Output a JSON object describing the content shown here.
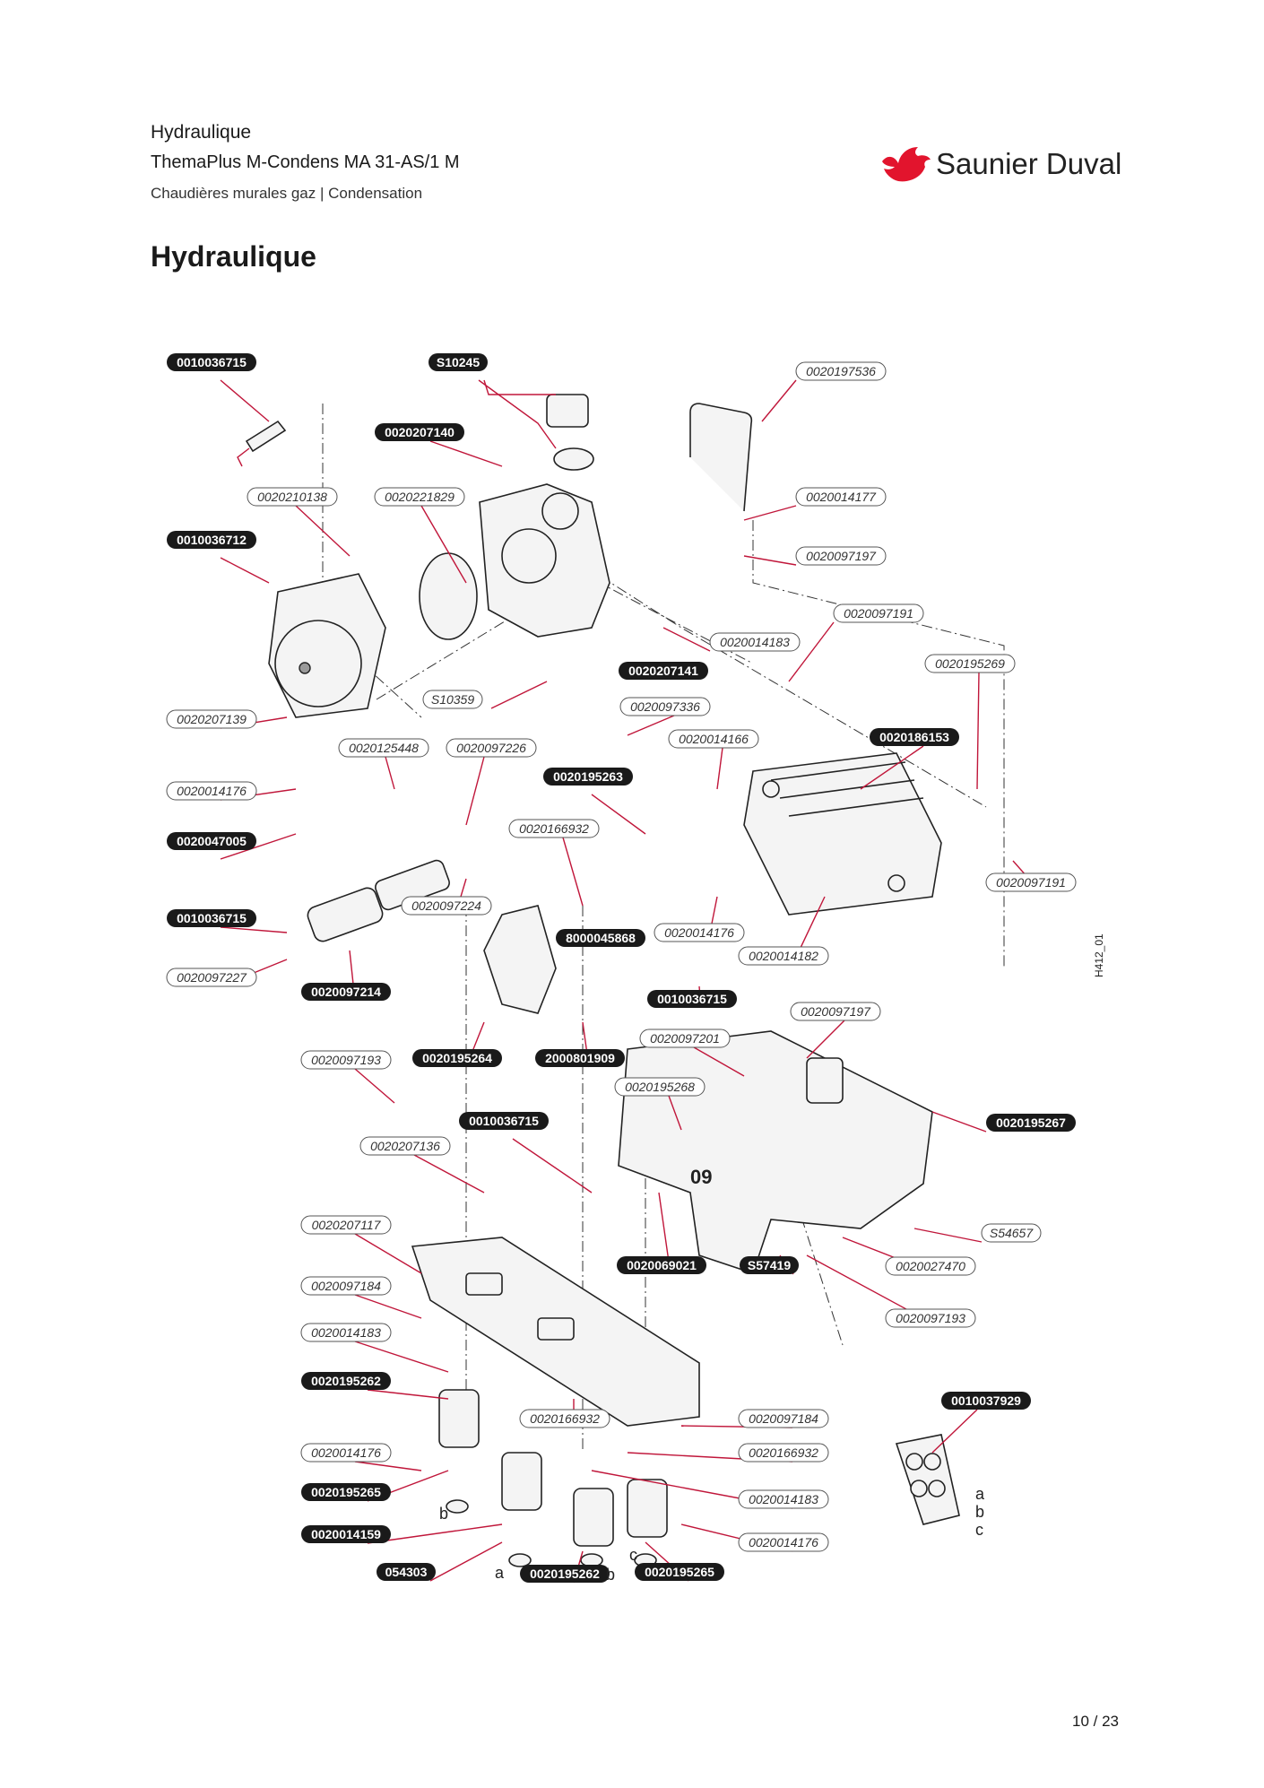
{
  "header": {
    "title": "Hydraulique",
    "model": "ThemaPlus M-Condens MA 31-AS/1 M",
    "subtitle": "Chaudières murales gaz | Condensation"
  },
  "brand": {
    "name": "Saunier Duval",
    "color": "#e2142d"
  },
  "page_title": "Hydraulique",
  "figure_code": "H412_01",
  "page_number": "10 / 23",
  "labels_dark": [
    "0010036715",
    "S10245",
    "0020207140",
    "0010036712",
    "0020207141",
    "0020186153",
    "0020195263",
    "0020047005",
    "0010036715",
    "8000045868",
    "0010036715",
    "0020097214",
    "0020195264",
    "2000801909",
    "0020195267",
    "0010036715",
    "0020069021",
    "S57419",
    "0010037929",
    "0020195262",
    "0020195265",
    "0020014159",
    "054303",
    "0020195262",
    "0020195265"
  ],
  "labels_light": [
    "0020197536",
    "0020210138",
    "0020221829",
    "0020014177",
    "0020097197",
    "0020097191",
    "0020014183",
    "0020195269",
    "S10359",
    "0020097336",
    "0020207139",
    "0020125448",
    "0020097226",
    "0020014166",
    "0020014176",
    "0020166932",
    "0020097191",
    "0020097224",
    "0020014176",
    "0020014182",
    "0020097227",
    "0020097197",
    "0020097201",
    "0020097193",
    "0020195268",
    "0020207136",
    "0020207117",
    "S54657",
    "0020027470",
    "0020097184",
    "0020097193",
    "0020014183",
    "0020166932",
    "0020097184",
    "0020014176",
    "0020166932",
    "0020014183",
    "0020014176"
  ],
  "callout_letters": [
    "a",
    "b",
    "c",
    "b",
    "a",
    "b",
    "c"
  ],
  "callout_number": "09"
}
